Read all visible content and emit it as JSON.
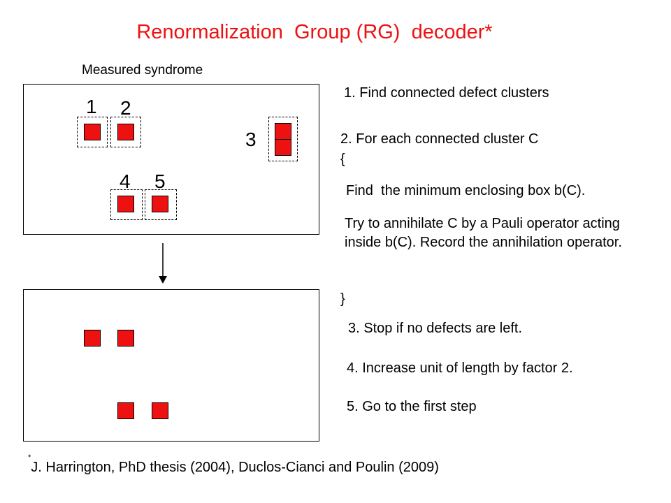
{
  "title": "Renormalization  Group (RG)  decoder*",
  "syndrome_caption": "Measured syndrome",
  "cluster_labels": [
    "1",
    "2",
    "3",
    "4",
    "5"
  ],
  "steps": {
    "step1": "1. Find connected defect clusters",
    "step2": "2. For each connected cluster C",
    "brace_open": "{",
    "find_box": "Find  the minimum enclosing box b(C).",
    "annihilate": "Try to annihilate C by a Pauli operator acting inside b(C). Record the annihilation operator.",
    "brace_close": "}",
    "step3": "3. Stop if no defects are left.",
    "step4": "4. Increase unit of length by factor 2.",
    "step5": "5. Go to the first step"
  },
  "footnote": {
    "marker": "*",
    "text": "J. Harrington, PhD thesis (2004), Duclos-Cianci and Poulin (2009)"
  },
  "colors": {
    "title": "#ee1111",
    "defect": "#ee1111"
  }
}
